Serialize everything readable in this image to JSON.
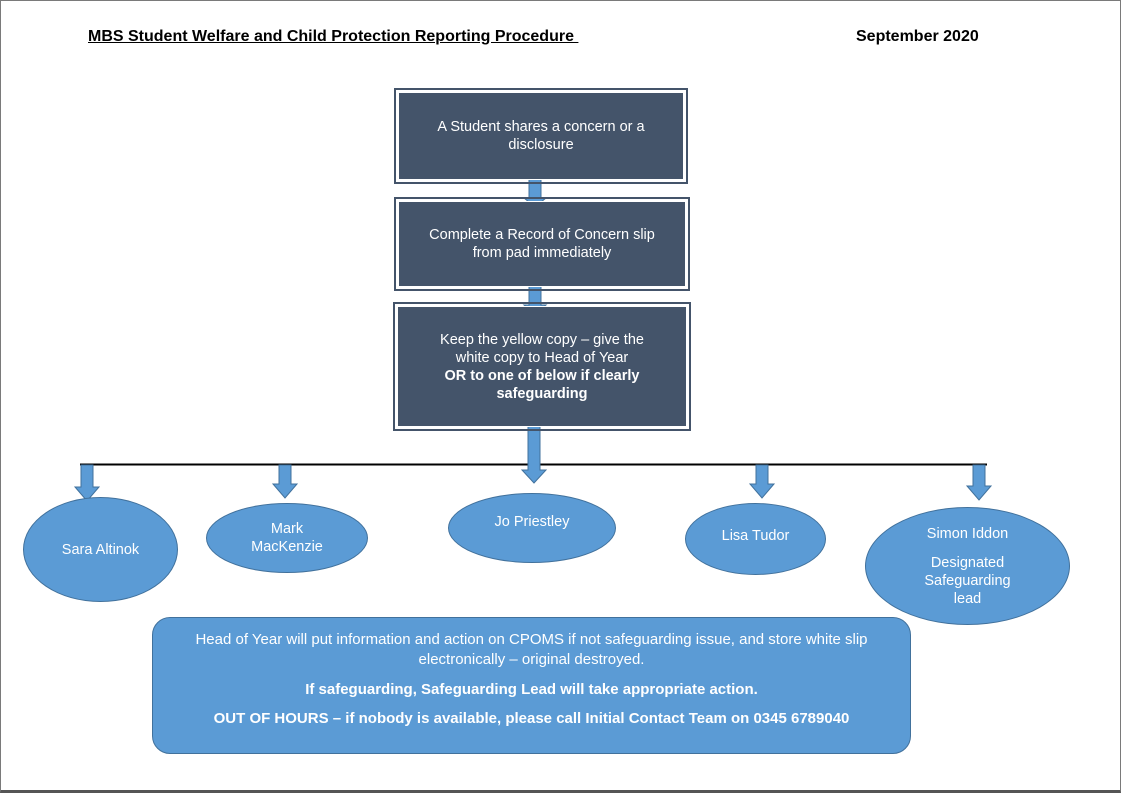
{
  "document": {
    "title": "MBS Student Welfare and Child Protection Reporting Procedure ",
    "date": "September 2020"
  },
  "steps": [
    {
      "text": "A Student shares a concern or a disclosure"
    },
    {
      "text": "Complete a Record of Concern slip from pad immediately"
    },
    {
      "text": "Keep the yellow copy – give the white copy to Head of Year",
      "emphasis": "OR to one of below if clearly safeguarding"
    }
  ],
  "contacts": [
    {
      "name": "Sara Altinok"
    },
    {
      "name": "Mark MacKenzie"
    },
    {
      "name": "Jo Priestley"
    },
    {
      "name": "Lisa Tudor"
    },
    {
      "name": "Simon Iddon",
      "role": "Designated Safeguarding lead"
    }
  ],
  "notes": {
    "line1": "Head of Year will put information and action on CPOMS if not safeguarding issue, and store white slip electronically – original destroyed.",
    "line2": "If safeguarding, Safeguarding Lead will take appropriate action.",
    "line3": "OUT OF HOURS – if nobody is available, please call Initial Contact Team on 0345 6789040"
  },
  "colors": {
    "step_fill": "#44546a",
    "contact_fill": "#5b9bd5",
    "arrow_fill": "#5b9bd5",
    "connector_line": "#000000"
  }
}
